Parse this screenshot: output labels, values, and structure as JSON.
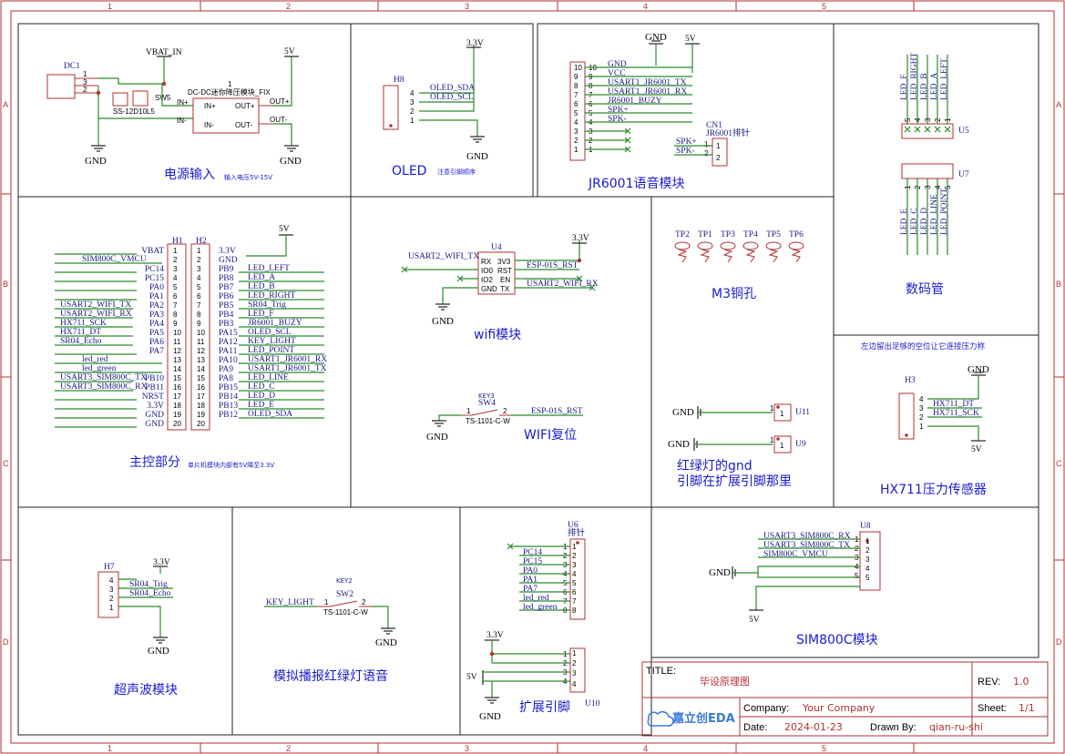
{
  "ruler": {
    "cols": [
      "1",
      "2",
      "3",
      "4",
      "5"
    ],
    "rows": [
      "A",
      "B",
      "C",
      "D"
    ]
  },
  "blocks": {
    "power": {
      "title": "电源输入",
      "sub": "输入电压5V-15V"
    },
    "oled": {
      "title": "OLED",
      "sub": "注意引脚顺序"
    },
    "jr6001": {
      "title": "JR6001语音模块"
    },
    "seg": {
      "title": "数码管"
    },
    "main": {
      "title": "主控部分",
      "sub": "单片机模块内部有5V降至3.3V"
    },
    "wifi": {
      "title": "wifi模块"
    },
    "wifireset": {
      "title": "WIFI复位"
    },
    "m3": {
      "title": "M3铜孔"
    },
    "traffic": {
      "title": "红绿灯的gnd",
      "title2": "引脚在扩展引脚那里"
    },
    "hx711": {
      "title": "HX711压力传感器",
      "note": "左边留出足够的空位让它连接压力称"
    },
    "ultra": {
      "title": "超声波模块"
    },
    "sim": {
      "title": "模拟播报红绿灯语音"
    },
    "ext": {
      "title": "扩展引脚"
    },
    "sim800": {
      "title": "SIM800C模块"
    }
  },
  "power": {
    "dc1": "DC1",
    "vbat": "VBAT_IN",
    "v5": "5V",
    "gnd1": "GND",
    "gnd2": "GND",
    "diode": "SS-12D10L5",
    "sw": "SW5",
    "module": "DC-DC迷你降压模块_FIX",
    "mnum": "1",
    "in_p": "IN+",
    "in_n": "IN-",
    "out_p": "OUT+",
    "out_n": "OUT-",
    "pin_in_p": "IN+",
    "pin_in_n": "IN-",
    "pin_out_p": "OUT+",
    "pin_out_n": "OUT-",
    "p1": "1",
    "p2": "2",
    "p3": "3"
  },
  "oled": {
    "ref": "H8",
    "v33": "3.3V",
    "gnd": "GND",
    "sda": "OLED_SDA",
    "scl": "OLED_SCL",
    "pins": [
      "4",
      "3",
      "2",
      "1"
    ]
  },
  "jr": {
    "gnd": "GND",
    "v5": "5V",
    "conn": "CN1",
    "connname": "JR6001排针",
    "pins": [
      "10",
      "9",
      "8",
      "7",
      "6",
      "5",
      "4",
      "3",
      "2",
      "1"
    ],
    "nets": [
      "GND",
      "VCC",
      "USART1_JR6001_TX",
      "USART1_JR6001_RX",
      "JR6001_BUZY",
      "SPK+",
      "SPK-"
    ],
    "spkp": "SPK+",
    "spkn": "SPK-",
    "cpins": [
      "1",
      "2"
    ]
  },
  "seg": {
    "u5": "U5",
    "u7": "U7",
    "top": [
      "LED_F",
      "LED_RIGHT",
      "LED_B",
      "LED_A",
      "LED_LEFT"
    ],
    "bot": [
      "LED_E",
      "LED_C",
      "LED_D",
      "LED_LINE",
      "LED_POINT"
    ],
    "toppins": [
      "5",
      "4",
      "3",
      "2",
      "1"
    ],
    "botpins": [
      "1",
      "2",
      "3",
      "4",
      "5"
    ]
  },
  "main": {
    "h1": "H1",
    "h2": "H2",
    "v5": "5V",
    "left": [
      {
        "net": "",
        "pin": "VBAT"
      },
      {
        "net": "SIM800C_VMCU",
        "pin": ""
      },
      {
        "net": "",
        "pin": "PC14"
      },
      {
        "net": "",
        "pin": "PC15"
      },
      {
        "net": "",
        "pin": "PA0"
      },
      {
        "net": "",
        "pin": "PA1"
      },
      {
        "net": "USART2_WIFI_TX",
        "pin": "PA2"
      },
      {
        "net": "USART2_WIFI_RX",
        "pin": "PA3"
      },
      {
        "net": "HX711_SCK",
        "pin": "PA4"
      },
      {
        "net": "HX711_DT",
        "pin": "PA5"
      },
      {
        "net": "SR04_Echo",
        "pin": "PA6"
      },
      {
        "net": "",
        "pin": "PA7"
      },
      {
        "net": "led_red",
        "pin": ""
      },
      {
        "net": "led_green",
        "pin": ""
      },
      {
        "net": "USART3_SIM800C_TX",
        "pin": "PB10"
      },
      {
        "net": "USART3_SIM800C_RX",
        "pin": "PB11"
      },
      {
        "net": "",
        "pin": "NRST"
      },
      {
        "net": "",
        "pin": "3.3V"
      },
      {
        "net": "",
        "pin": "GND"
      },
      {
        "net": "",
        "pin": "GND"
      }
    ],
    "lpins": [
      "1",
      "2",
      "3",
      "4",
      "5",
      "6",
      "7",
      "8",
      "9",
      "10",
      "11",
      "12",
      "13",
      "14",
      "15",
      "16",
      "17",
      "18",
      "19",
      "20"
    ],
    "right": [
      {
        "pin": "3.3V",
        "net": ""
      },
      {
        "pin": "GND",
        "net": ""
      },
      {
        "pin": "PB9",
        "net": "LED_LEFT"
      },
      {
        "pin": "PB8",
        "net": "LED_A"
      },
      {
        "pin": "PB7",
        "net": "LED_B"
      },
      {
        "pin": "PB6",
        "net": "LED_RIGHT"
      },
      {
        "pin": "PB5",
        "net": "SR04_Trig"
      },
      {
        "pin": "PB4",
        "net": "LED_F"
      },
      {
        "pin": "PB3",
        "net": "JR6001_BUZY"
      },
      {
        "pin": "PA15",
        "net": "OLED_SCL"
      },
      {
        "pin": "PA12",
        "net": "KEY_LIGHT"
      },
      {
        "pin": "PA11",
        "net": "LED_POINT"
      },
      {
        "pin": "PA10",
        "net": "USART1_JR6001_RX"
      },
      {
        "pin": "PA9",
        "net": "USART1_JR6001_TX"
      },
      {
        "pin": "PA8",
        "net": "LED_LINE"
      },
      {
        "pin": "PB15",
        "net": "LED_C"
      },
      {
        "pin": "PB14",
        "net": "LED_D"
      },
      {
        "pin": "PB13",
        "net": "LED_E"
      },
      {
        "pin": "PB12",
        "net": "OLED_SDA"
      },
      {
        "pin": "",
        "net": ""
      }
    ],
    "rpins": [
      "1",
      "2",
      "3",
      "4",
      "5",
      "6",
      "7",
      "8",
      "9",
      "10",
      "11",
      "12",
      "13",
      "14",
      "15",
      "16",
      "17",
      "18",
      "19",
      "20"
    ]
  },
  "wifi": {
    "u4": "U4",
    "v33": "3.3V",
    "gnd": "GND",
    "tx": "USART2_WIFI_TX",
    "rx": "USART2_WIFI_RX",
    "rst": "ESP-01S_RST",
    "pl": [
      "RX",
      "IO0",
      "IO2",
      "GND"
    ],
    "pr": [
      "3V3",
      "RST",
      "EN",
      "TX"
    ]
  },
  "wreset": {
    "key": "KEY3",
    "sw": "SW4",
    "part": "TS-1101-C-W",
    "gnd": "GND",
    "net": "ESP-01S_RST",
    "p1": "1",
    "p2": "2"
  },
  "m3": {
    "tps": [
      "TP2",
      "TP1",
      "TP3",
      "TP4",
      "TP5",
      "TP6"
    ]
  },
  "traffic": {
    "gnd1": "GND",
    "gnd2": "GND",
    "u11": "U11",
    "u9": "U9",
    "p1": "1",
    "p2": "1",
    "b1": "1",
    "b2": "1"
  },
  "hx": {
    "ref": "H3",
    "gnd": "GND",
    "v5": "5V",
    "dt": "HX711_DT",
    "sck": "HX711_SCK",
    "pins": [
      "4",
      "3",
      "2",
      "1"
    ]
  },
  "ultra": {
    "ref": "H7",
    "v33": "3.3V",
    "gnd": "GND",
    "trig": "SR04_Trig",
    "echo": "SR04_Echo",
    "pins": [
      "4",
      "3",
      "2",
      "1"
    ]
  },
  "simsw": {
    "key": "KEY2",
    "sw": "SW2",
    "part": "TS-1101-C-W",
    "gnd": "GND",
    "net": "KEY_LIGHT",
    "p1": "1",
    "p2": "2"
  },
  "u6": {
    "ref": "U6",
    "name": "排针",
    "nets": [
      "PC14",
      "PC15",
      "PA0",
      "PA1",
      "PA7",
      "led_red",
      "led_green"
    ],
    "pins": [
      "1",
      "2",
      "3",
      "4",
      "5",
      "6",
      "7",
      "8"
    ]
  },
  "u10": {
    "ref": "U10",
    "v33": "3.3V",
    "v5": "5V",
    "gnd": "GND",
    "pins": [
      "1",
      "2",
      "3",
      "4"
    ]
  },
  "u8": {
    "ref": "U8",
    "gnd": "GND",
    "v5": "5V",
    "nets": [
      "USART3_SIM800C_RX",
      "USART3_SIM800C_TX",
      "SIM800C_VMCU"
    ],
    "pins": [
      "1",
      "2",
      "3",
      "4",
      "5"
    ]
  },
  "titleblock": {
    "title_label": "TITLE:",
    "title": "毕设原理图",
    "rev_label": "REV:",
    "rev": "1.0",
    "company_label": "Company:",
    "company": "Your Company",
    "sheet_label": "Sheet:",
    "sheet": "1/1",
    "date_label": "Date:",
    "date": "2024-01-23",
    "drawn_label": "Drawn By:",
    "drawn": "qian-ru-shi",
    "logo": "嘉立创EDA"
  }
}
